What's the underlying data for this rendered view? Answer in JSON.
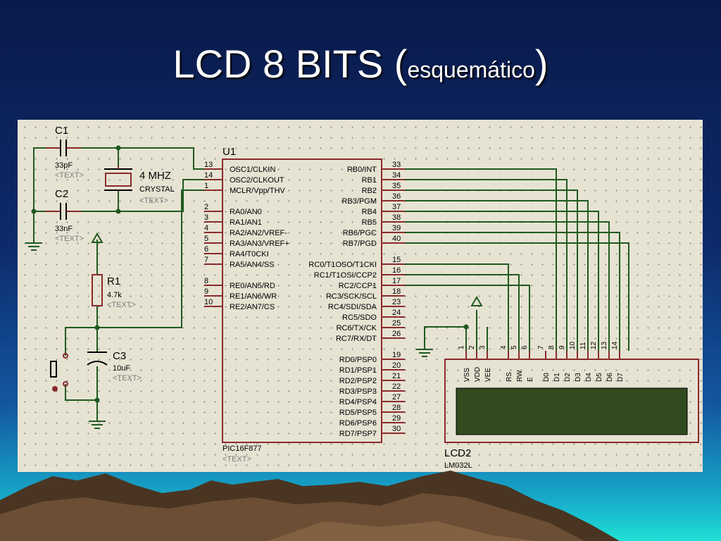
{
  "slide": {
    "title_main": "LCD 8 BITS (",
    "title_small": "esquemático",
    "title_close": ")"
  },
  "parts": {
    "c1": {
      "ref": "C1",
      "value": "33pF",
      "text": "<TEXT>"
    },
    "c2": {
      "ref": "C2",
      "value": "33nF",
      "text": "<TEXT>"
    },
    "crystal": {
      "freq": "4 MHZ",
      "type": "CRYSTAL",
      "text": "<TEXT>"
    },
    "r1": {
      "ref": "R1",
      "value": "4.7k",
      "text": "<TEXT>"
    },
    "c3": {
      "ref": "C3",
      "value": "10uF",
      "text": "<TEXT>"
    },
    "u1": {
      "ref": "U1",
      "part": "PIC16F877",
      "text": "<TEXT>"
    },
    "lcd": {
      "ref": "LCD2",
      "part": "LM032L"
    }
  },
  "u1_left_pins": [
    {
      "num": "13",
      "name": "OSC1/CLKIN"
    },
    {
      "num": "14",
      "name": "OSC2/CLKOUT"
    },
    {
      "num": "1",
      "name": "MCLR/Vpp/THV"
    },
    {
      "num": "2",
      "name": "RA0/AN0"
    },
    {
      "num": "3",
      "name": "RA1/AN1"
    },
    {
      "num": "4",
      "name": "RA2/AN2/VREF-"
    },
    {
      "num": "5",
      "name": "RA3/AN3/VREF+"
    },
    {
      "num": "6",
      "name": "RA4/T0CKI"
    },
    {
      "num": "7",
      "name": "RA5/AN4/SS"
    },
    {
      "num": "8",
      "name": "RE0/AN5/RD"
    },
    {
      "num": "9",
      "name": "RE1/AN6/WR"
    },
    {
      "num": "10",
      "name": "RE2/AN7/CS"
    }
  ],
  "u1_right_pins": [
    {
      "num": "33",
      "name": "RB0/INT"
    },
    {
      "num": "34",
      "name": "RB1"
    },
    {
      "num": "35",
      "name": "RB2"
    },
    {
      "num": "36",
      "name": "RB3/PGM"
    },
    {
      "num": "37",
      "name": "RB4"
    },
    {
      "num": "38",
      "name": "RB5"
    },
    {
      "num": "39",
      "name": "RB6/PGC"
    },
    {
      "num": "40",
      "name": "RB7/PGD"
    },
    {
      "num": "15",
      "name": "RC0/T1OSO/T1CKI"
    },
    {
      "num": "16",
      "name": "RC1/T1OSI/CCP2"
    },
    {
      "num": "17",
      "name": "RC2/CCP1"
    },
    {
      "num": "18",
      "name": "RC3/SCK/SCL"
    },
    {
      "num": "23",
      "name": "RC4/SDI/SDA"
    },
    {
      "num": "24",
      "name": "RC5/SDO"
    },
    {
      "num": "25",
      "name": "RC6/TX/CK"
    },
    {
      "num": "26",
      "name": "RC7/RX/DT"
    },
    {
      "num": "19",
      "name": "RD0/PSP0"
    },
    {
      "num": "20",
      "name": "RD1/PSP1"
    },
    {
      "num": "21",
      "name": "RD2/PSP2"
    },
    {
      "num": "22",
      "name": "RD3/PSP3"
    },
    {
      "num": "27",
      "name": "RD4/PSP4"
    },
    {
      "num": "28",
      "name": "RD5/PSP5"
    },
    {
      "num": "29",
      "name": "RD6/PSP6"
    },
    {
      "num": "30",
      "name": "RD7/PSP7"
    }
  ],
  "lcd_pins": [
    {
      "num": "1",
      "name": "VSS"
    },
    {
      "num": "2",
      "name": "VDD"
    },
    {
      "num": "3",
      "name": "VEE"
    },
    {
      "num": "4",
      "name": "RS"
    },
    {
      "num": "5",
      "name": "RW"
    },
    {
      "num": "6",
      "name": "E"
    },
    {
      "num": "7",
      "name": "D0"
    },
    {
      "num": "8",
      "name": "D1"
    },
    {
      "num": "9",
      "name": "D2"
    },
    {
      "num": "10",
      "name": "D3"
    },
    {
      "num": "11",
      "name": "D4"
    },
    {
      "num": "12",
      "name": "D5"
    },
    {
      "num": "13",
      "name": "D6"
    },
    {
      "num": "14",
      "name": "D7"
    }
  ],
  "colors": {
    "wire": "#1f5a1f",
    "body": "#8a2b2b",
    "label": "#000066",
    "grey_text": "#7a7a7a",
    "lcd_screen": "#314a1e"
  }
}
